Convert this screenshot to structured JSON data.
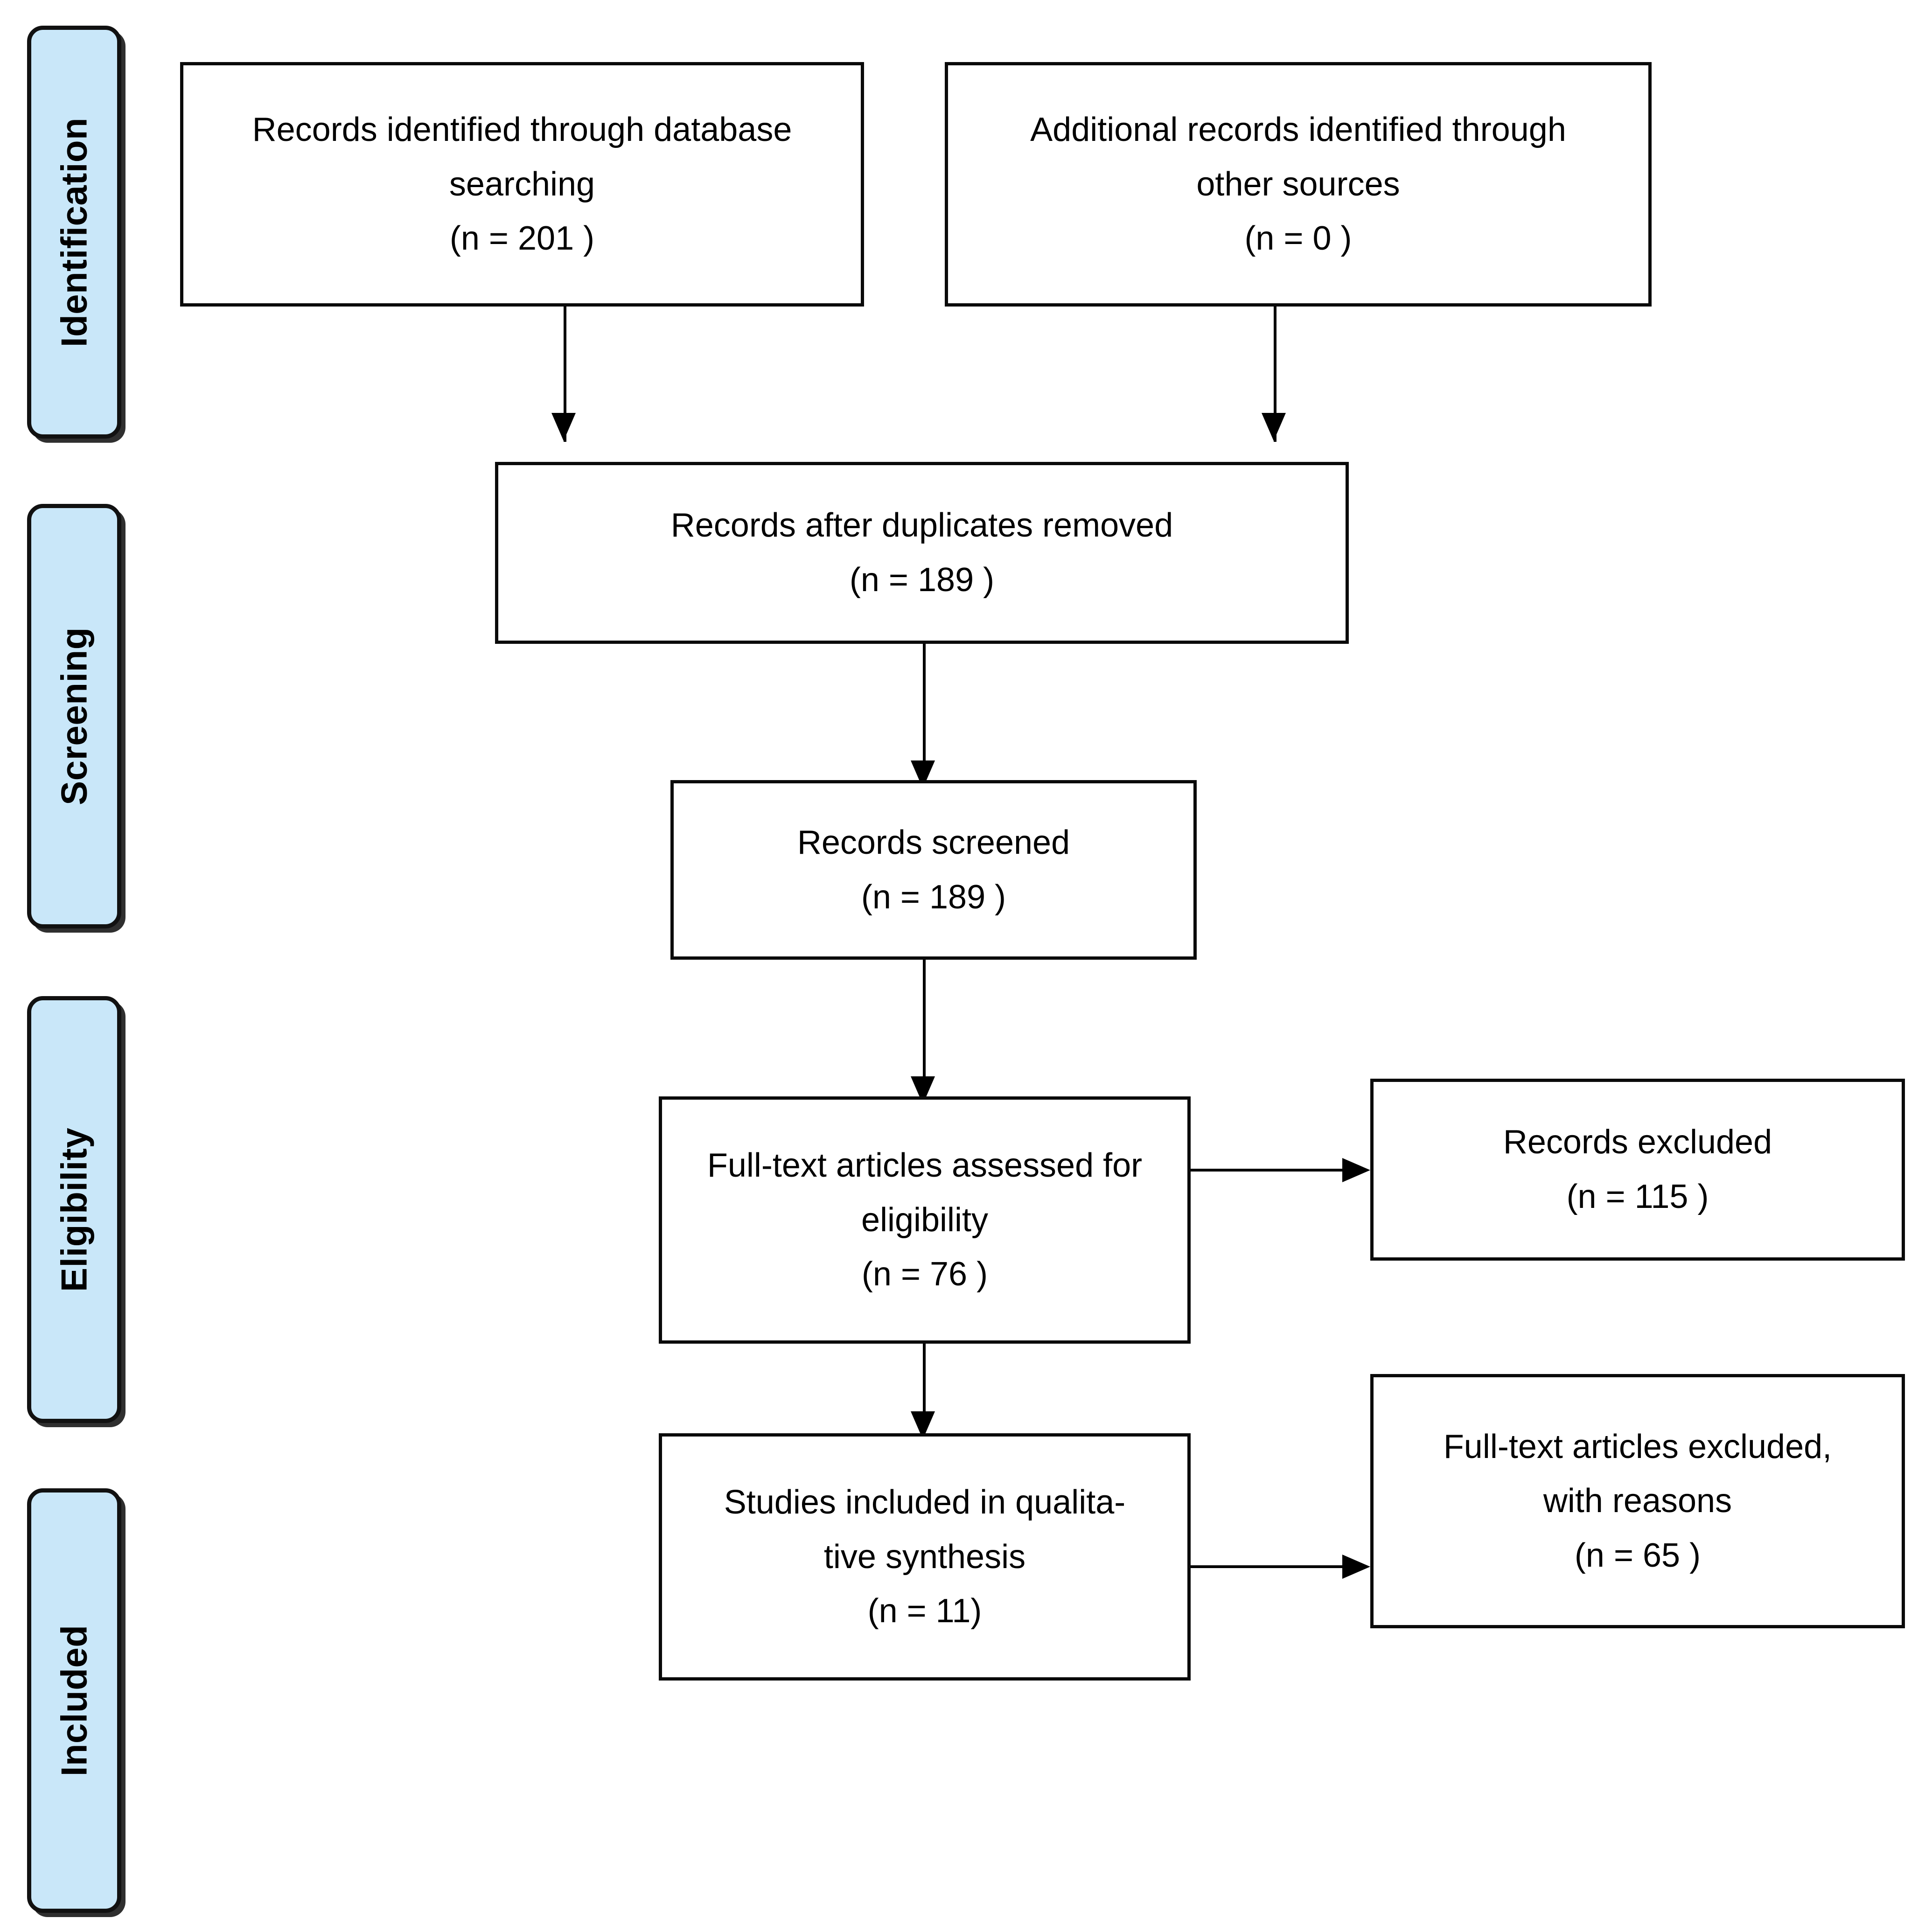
{
  "diagram": {
    "type": "prisma-flow-diagram",
    "phases": [
      {
        "id": "identification",
        "label": "Identification"
      },
      {
        "id": "screening",
        "label": "Screening"
      },
      {
        "id": "eligibility",
        "label": "Eligibility"
      },
      {
        "id": "included",
        "label": "Included"
      }
    ],
    "colors": {
      "phase_fill": "#c9e7f9",
      "phase_border": "#111111",
      "box_border": "#0a0a0a",
      "box_fill": "#ffffff",
      "text": "#000000",
      "connector": "#000000"
    },
    "boxes": [
      {
        "id": "records-identified-database",
        "lines": [
          "Records identified through database",
          "searching",
          "(n =    201 )"
        ],
        "count": 201
      },
      {
        "id": "additional-records-other-sources",
        "lines": [
          "Additional records identified through",
          "other sources",
          "(n = 0 )"
        ],
        "count": 0
      },
      {
        "id": "records-after-duplicates-removed",
        "lines": [
          "Records after duplicates removed",
          "(n =    189 )"
        ],
        "count": 189
      },
      {
        "id": "records-screened",
        "lines": [
          "Records screened",
          "(n =    189 )"
        ],
        "count": 189
      },
      {
        "id": "full-text-assessed-eligibility",
        "lines": [
          "Full-text articles assessed for",
          "eligibility",
          "(n =    76 )"
        ],
        "count": 76
      },
      {
        "id": "records-excluded",
        "lines": [
          "Records excluded",
          "(n =    115 )"
        ],
        "count": 115
      },
      {
        "id": "studies-included-qualitative-synthesis",
        "lines": [
          "Studies included in qualita-",
          "tive synthesis",
          "(n =    11)"
        ],
        "count": 11
      },
      {
        "id": "full-text-excluded-with-reasons",
        "lines": [
          "Full-text articles excluded,",
          "with reasons",
          "(n =    65 )"
        ],
        "count": 65
      }
    ],
    "connectors": [
      {
        "from": "records-identified-database",
        "to": "records-after-duplicates-removed",
        "direction": "down"
      },
      {
        "from": "additional-records-other-sources",
        "to": "records-after-duplicates-removed",
        "direction": "down"
      },
      {
        "from": "records-after-duplicates-removed",
        "to": "records-screened",
        "direction": "down"
      },
      {
        "from": "records-screened",
        "to": "full-text-assessed-eligibility",
        "direction": "down"
      },
      {
        "from": "full-text-assessed-eligibility",
        "to": "records-excluded",
        "direction": "right"
      },
      {
        "from": "full-text-assessed-eligibility",
        "to": "studies-included-qualitative-synthesis",
        "direction": "down"
      },
      {
        "from": "studies-included-qualitative-synthesis",
        "to": "full-text-excluded-with-reasons",
        "direction": "right"
      }
    ]
  }
}
